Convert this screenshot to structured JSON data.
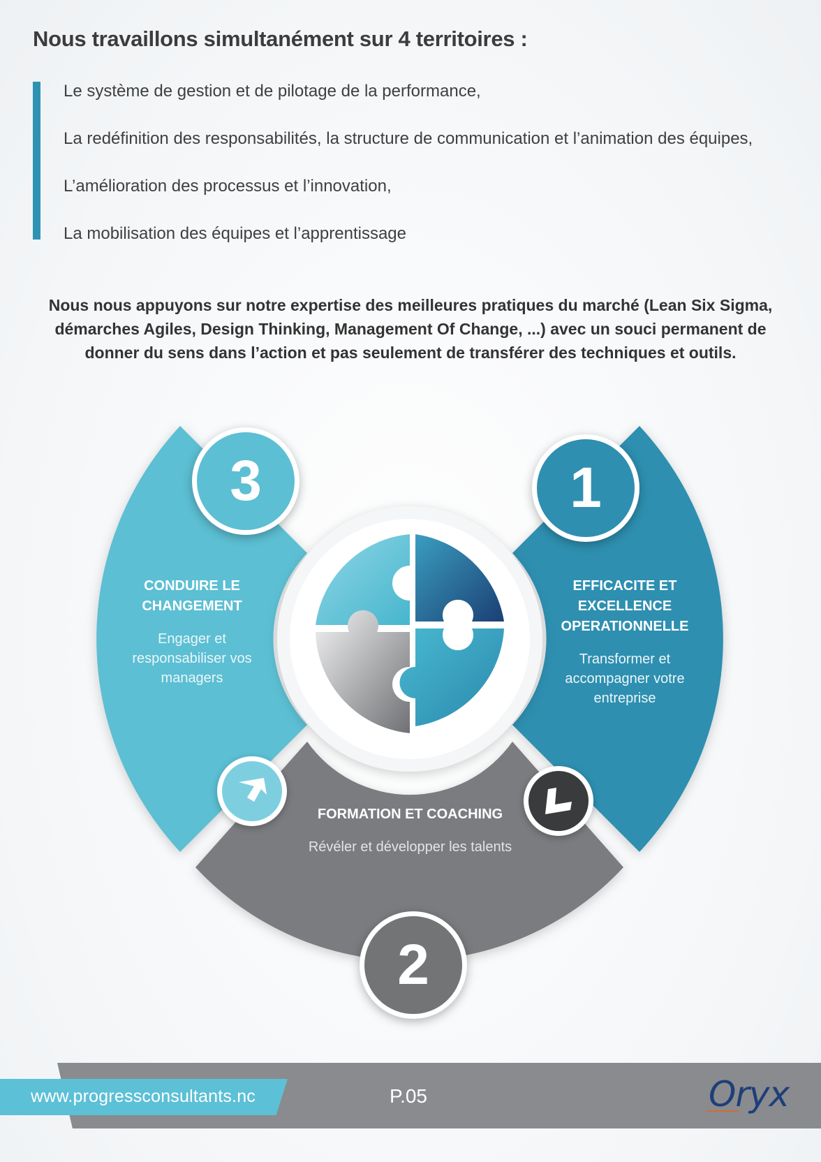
{
  "heading": "Nous travaillons simultanément sur 4 territoires :",
  "territories": [
    "Le système de gestion et de pilotage de la performance,",
    "La redéfinition des responsabilités, la structure de communication et l’animation des équipes,",
    "L’amélioration des processus et l’innovation,",
    "La mobilisation des équipes et l’apprentissage"
  ],
  "intro": "Nous nous appuyons sur notre expertise des meilleures pratiques du marché (Lean Six Sigma, démarches Agiles, Design Thinking, Management Of Change, ...) avec un souci permanent de donner du sens dans l’action et pas seulement de transférer des techniques et outils.",
  "colors": {
    "accent": "#2e93b3",
    "segment_light_blue": "#5cbfd3",
    "segment_dark_blue": "#2e8fb0",
    "segment_grey": "#727476",
    "footer_band": "#8a8b8e",
    "footer_tab": "#5cc0d6",
    "logo": "#1d3f78"
  },
  "diagram": {
    "center_icon": "puzzle-icon",
    "segments": [
      {
        "number": "1",
        "title": "EFFICACITE ET EXCELLENCE OPERATIONNELLE",
        "subtitle": "Transformer et accompagner votre entreprise"
      },
      {
        "number": "2",
        "title": "FORMATION ET COACHING",
        "subtitle": "Révéler et développer les talents"
      },
      {
        "number": "3",
        "title": "CONDUIRE LE CHANGEMENT",
        "subtitle": "Engager et responsabiliser vos managers"
      }
    ],
    "corner_icons": [
      "chevron-up-left-icon",
      "chevron-down-left-icon"
    ]
  },
  "footer": {
    "url": "www.progressconsultants.nc",
    "page": "P.05",
    "logo": "Oryx"
  }
}
